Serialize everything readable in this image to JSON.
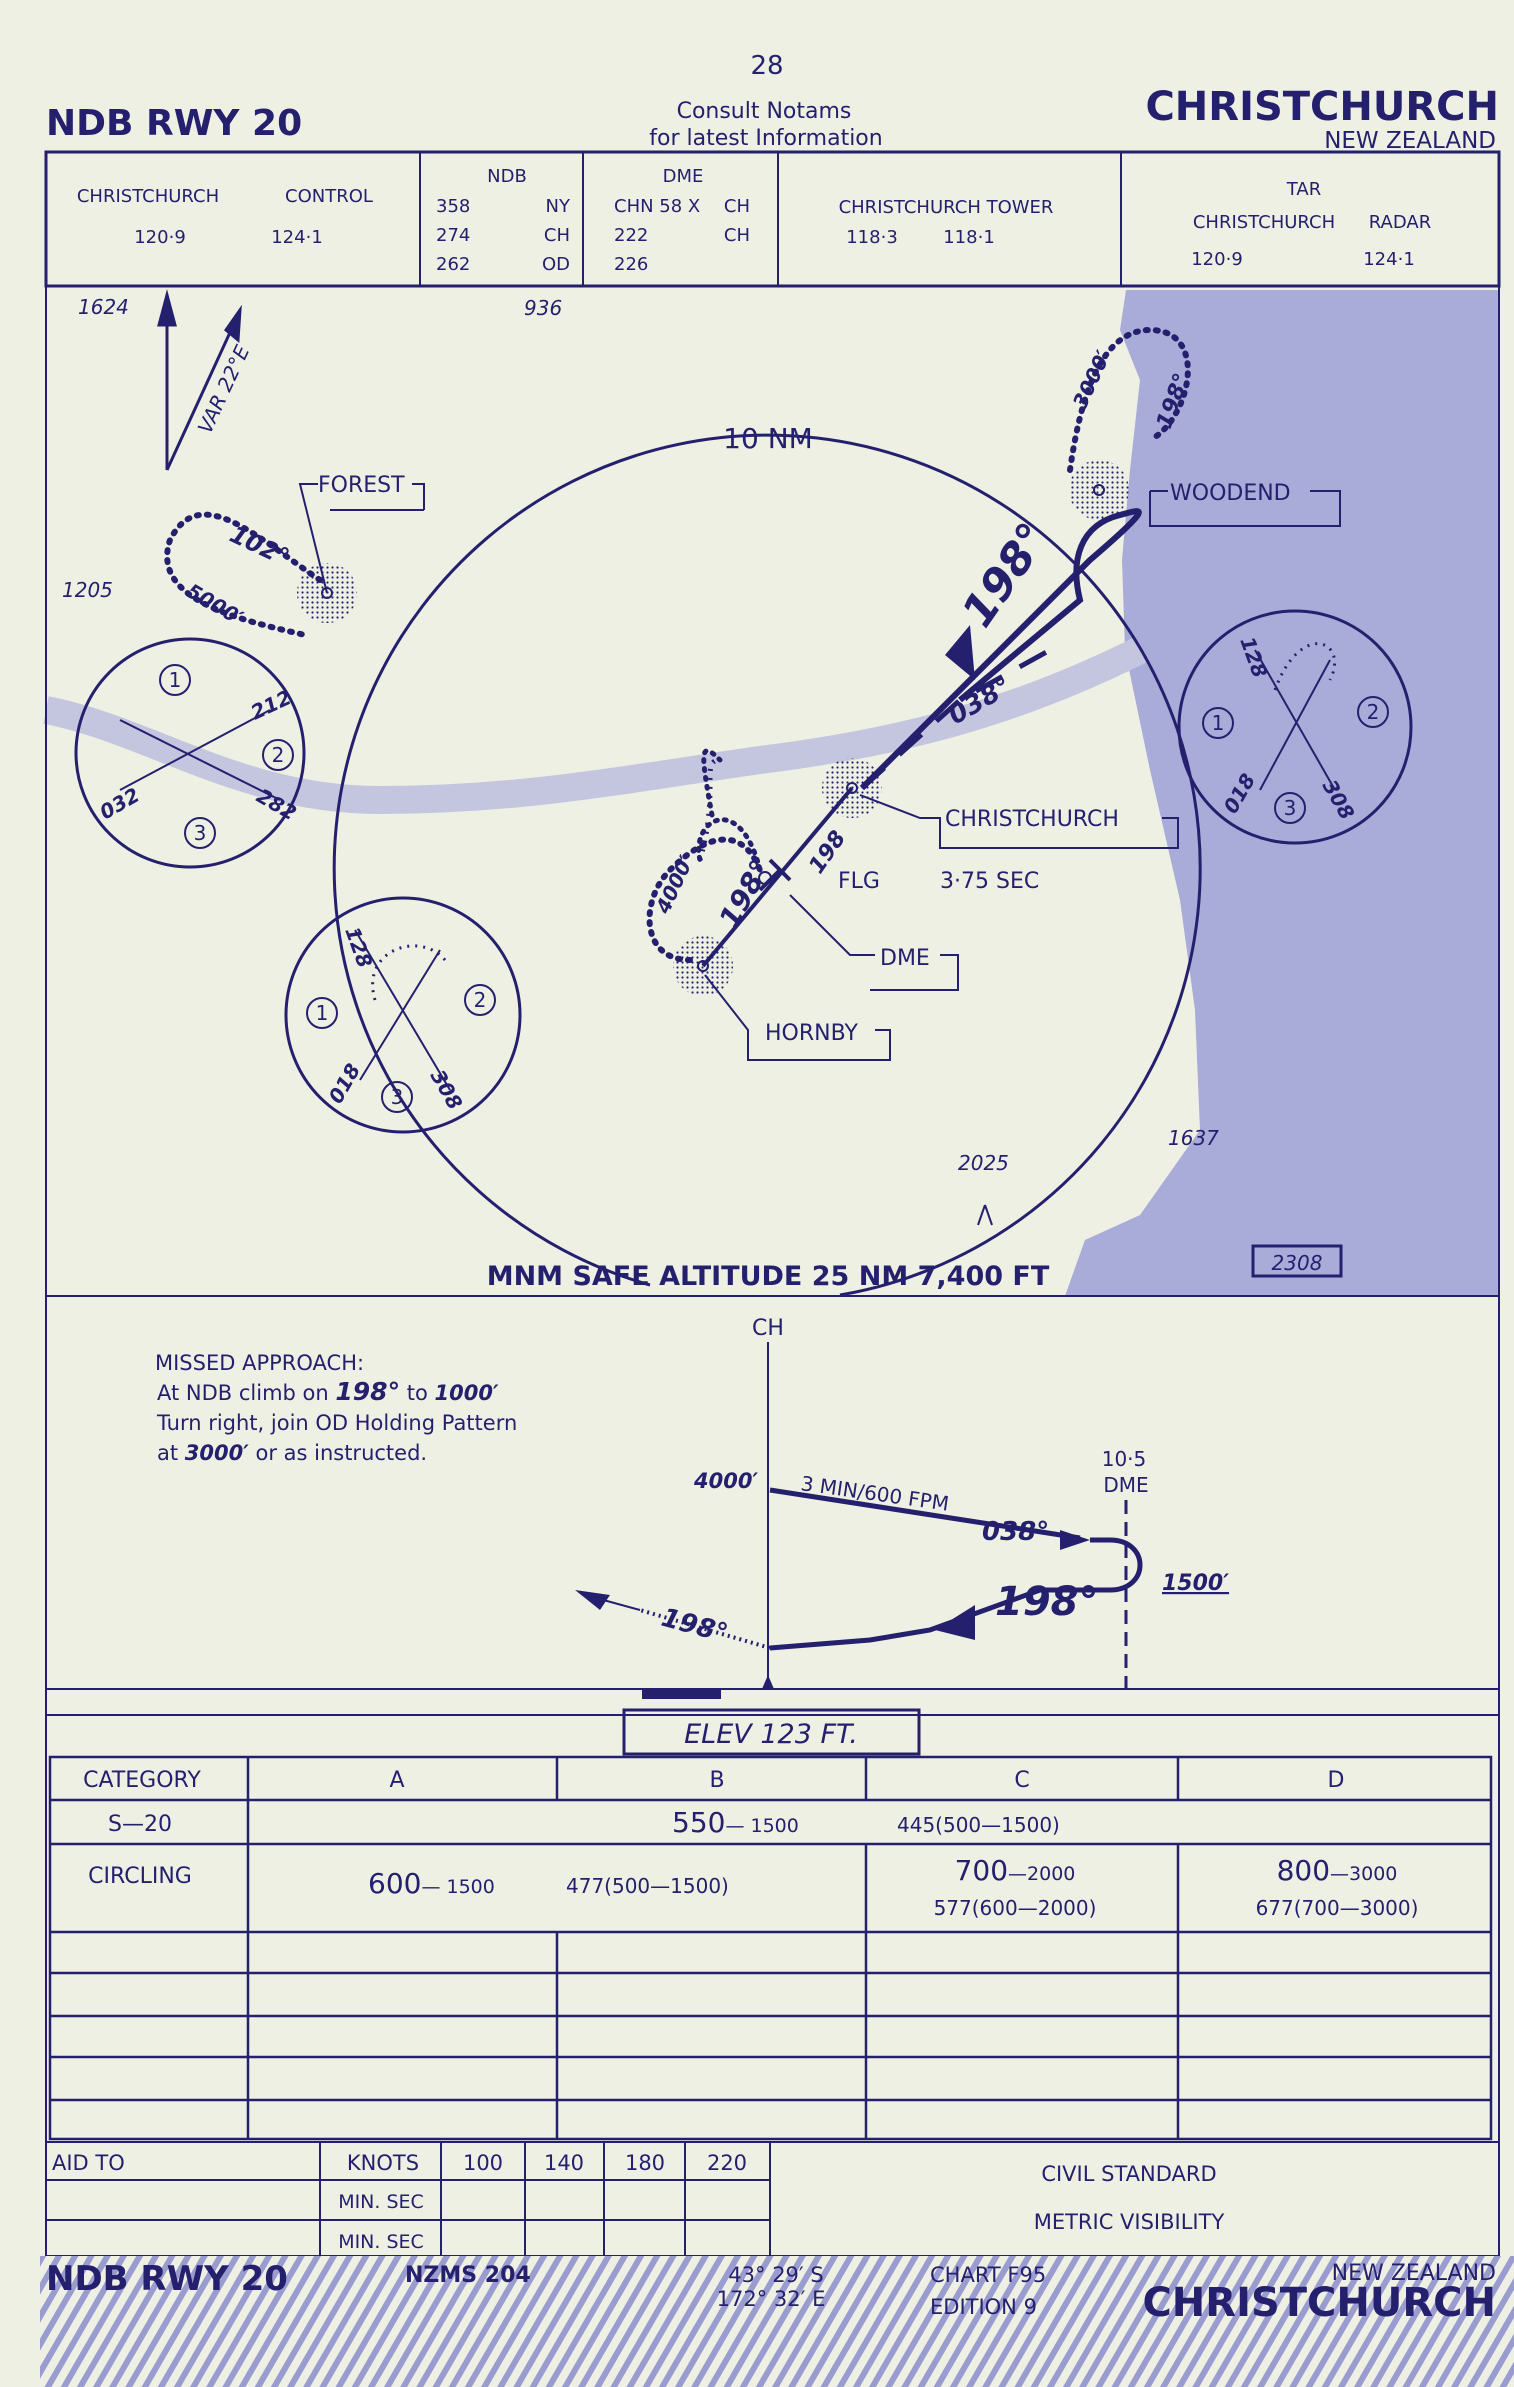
{
  "colors": {
    "ink": "#25206e",
    "paper": "#eef0e4",
    "sea": "#a9abd8",
    "river": "#c4c6e0"
  },
  "page_number": "28",
  "header": {
    "title": "NDB RWY 20",
    "notice_line1": "Consult   Notams",
    "notice_line2": "for  latest  Information",
    "city": "CHRISTCHURCH",
    "country": "NEW ZEALAND"
  },
  "comms": {
    "control": {
      "name": "CHRISTCHURCH",
      "type": "CONTROL",
      "freq1": "120·9",
      "freq2": "124·1"
    },
    "ndb": {
      "label": "NDB",
      "rows": [
        {
          "freq": "358",
          "id": "NY"
        },
        {
          "freq": "274",
          "id": "CH"
        },
        {
          "freq": "262",
          "id": "OD"
        }
      ]
    },
    "dme": {
      "label": "DME",
      "rows": [
        {
          "freq": "CHN 58 X",
          "id": "CH"
        },
        {
          "freq": "222",
          "id": "CH"
        },
        {
          "freq": "226",
          "id": ""
        }
      ]
    },
    "tower": {
      "name": "CHRISTCHURCH TOWER",
      "freq1": "118·3",
      "freq2": "118·1"
    },
    "tar": {
      "label": "TAR",
      "name": "CHRISTCHURCH",
      "type": "RADAR",
      "freq1": "120·9",
      "freq2": "124·1"
    }
  },
  "plan": {
    "ring_label": "10  NM",
    "var": "VAR 22°E",
    "spot_heights": [
      "1624",
      "936",
      "1205",
      "1637",
      "2025",
      "2308"
    ],
    "fixes": {
      "forest": "FOREST",
      "woodend": "WOODEND",
      "christchurch": "CHRISTCHURCH",
      "hornby": "HORNBY",
      "dme": "DME",
      "flg": "FLG",
      "timing": "3·75  SEC"
    },
    "tracks": {
      "inbound": "198°",
      "outbound": "038°",
      "forest_hold": "102°",
      "forest_alt": "5000′",
      "woodend_alt": "3000′",
      "woodend_hold": "198°",
      "hornby_alt": "4000′",
      "hornby_track": "198°",
      "ch_track": "198"
    },
    "sectors": {
      "n1": "1",
      "n2": "2",
      "n3": "3",
      "h212": "212",
      "h282": "282",
      "h032": "032",
      "h128": "128",
      "h018": "018",
      "h308": "308"
    },
    "msa": "MNM SAFE ALTITUDE 25 NM  7,400 FT"
  },
  "profile": {
    "station": "CH",
    "missed_title": "MISSED APPROACH:",
    "missed_l1_a": "At NDB climb on",
    "missed_l1_b": "198°",
    "missed_l1_c": "to",
    "missed_l1_d": "1000′",
    "missed_l2": "Turn right, join OD Holding Pattern",
    "missed_l3_a": "at",
    "missed_l3_b": "3000′",
    "missed_l3_c": "or as instructed.",
    "start_alt": "4000′",
    "descent": "3 MIN/600 FPM",
    "outbound": "038°",
    "dme_dist": "10·5",
    "dme_label": "DME",
    "turn_alt": "1500′",
    "inbound": "198°",
    "missed_track": "198°",
    "elev": "ELEV   123     FT."
  },
  "minima": {
    "headers": [
      "CATEGORY",
      "A",
      "B",
      "C",
      "D"
    ],
    "straight": {
      "label": "S—20",
      "main": "550",
      "vis": "— 1500",
      "haa": "445(500—1500)"
    },
    "circling": {
      "label": "CIRCLING",
      "ab_main": "600",
      "ab_vis": "— 1500",
      "ab_haa": "477(500—1500)",
      "c_main": "700",
      "c_vis": "—2000",
      "c_haa": "577(600—2000)",
      "d_main": "800",
      "d_vis": "—3000",
      "d_haa": "677(700—3000)"
    }
  },
  "timing": {
    "aid": "AID TO",
    "knots": "KNOTS",
    "speeds": [
      "100",
      "140",
      "180",
      "220"
    ],
    "minsec": "MIN. SEC",
    "note1": "CIVIL STANDARD",
    "note2": "METRIC VISIBILITY"
  },
  "footer": {
    "title": "NDB RWY 20",
    "nzms": "NZMS  204",
    "lat": "43° 29′ S",
    "lon": "172° 32′ E",
    "chart": "CHART F95",
    "edition": "EDITION 9",
    "country": "NEW  ZEALAND",
    "city": "CHRISTCHURCH"
  }
}
